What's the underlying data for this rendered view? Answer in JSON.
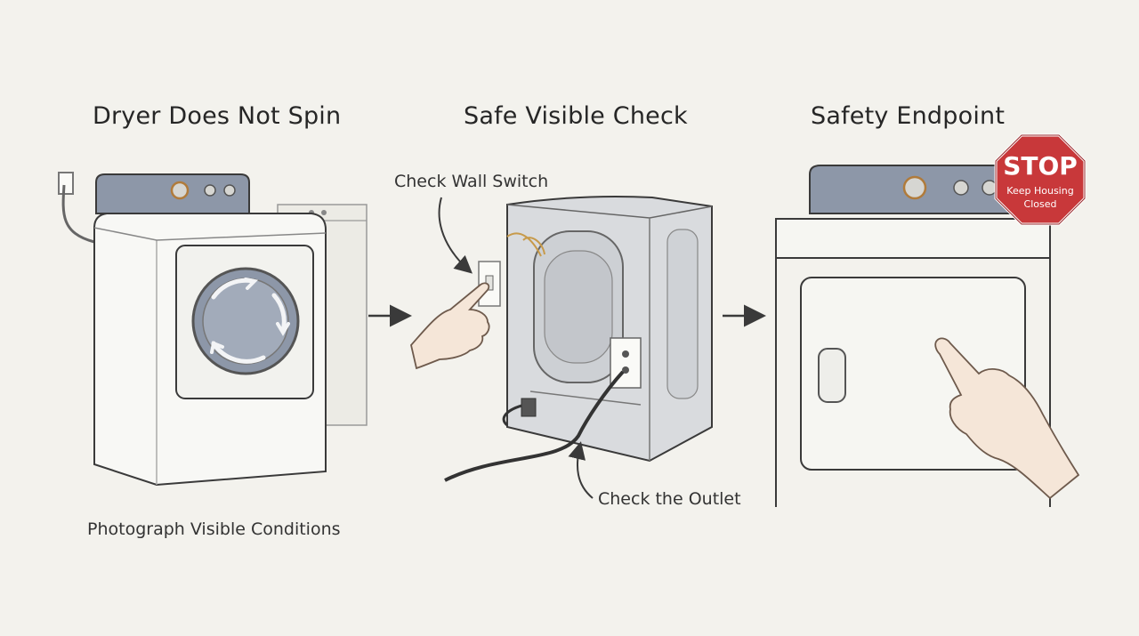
{
  "panels": [
    {
      "title": "Dryer Does Not Spin",
      "caption": "Photograph Visible Conditions"
    },
    {
      "title": "Safe Visible Check",
      "callouts": [
        "Check Wall Switch",
        "Check the Outlet"
      ]
    },
    {
      "title": "Safety Endpoint",
      "stop_sign": {
        "word": "STOP",
        "message_line1": "Keep Housing",
        "message_line2": "Closed",
        "color": "#c8383a"
      }
    }
  ],
  "colors": {
    "background": "#f3f2ed",
    "appliance_panel": "#8d97a8",
    "line": "#3a3a3a"
  },
  "icons": [
    "dryer-icon",
    "rotation-arrows-icon",
    "flow-arrow-icon",
    "wall-switch-icon",
    "outlet-icon",
    "hand-pointer-icon",
    "stop-sign-icon"
  ]
}
